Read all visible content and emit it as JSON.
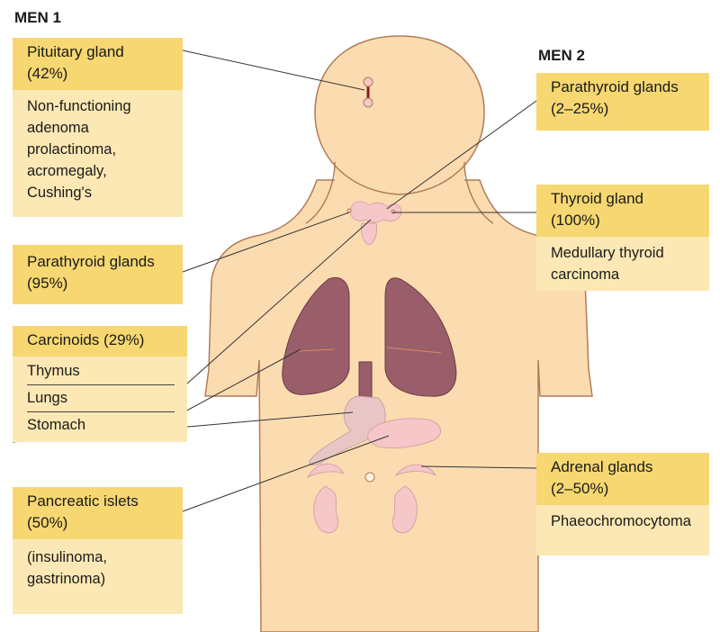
{
  "men1": {
    "title": "MEN 1",
    "pituitary": {
      "name": "Pituitary gland",
      "pct": "(42%)",
      "details": [
        "Non-functioning",
        "adenoma",
        "prolactinoma,",
        "acromegaly,",
        "Cushing's"
      ]
    },
    "parathyroid": {
      "name": "Parathyroid glands",
      "pct": "(95%)"
    },
    "carcinoids": {
      "name": "Carcinoids (29%)",
      "sites": [
        "Thymus",
        "Lungs",
        "Stomach"
      ]
    },
    "pancreatic": {
      "name": "Pancreatic islets",
      "pct": "(50%)",
      "details": [
        "(insulinoma,",
        "gastrinoma)"
      ]
    }
  },
  "men2": {
    "title": "MEN 2",
    "parathyroid": {
      "name": "Parathyroid glands",
      "pct": "(2–25%)"
    },
    "thyroid": {
      "name": "Thyroid gland",
      "pct": "(100%)",
      "details": [
        "Medullary thyroid",
        "carcinoma"
      ]
    },
    "adrenal": {
      "name": "Adrenal glands",
      "pct": "(2–50%)",
      "details": [
        "Phaeochromocytoma"
      ]
    }
  },
  "colors": {
    "skin": "#fbdcb0",
    "outline": "#b07c58",
    "organ": "#9a5e6a",
    "gland": "#f5c7c8",
    "card_head": "#f6d771",
    "card_body": "#fce8b4"
  }
}
